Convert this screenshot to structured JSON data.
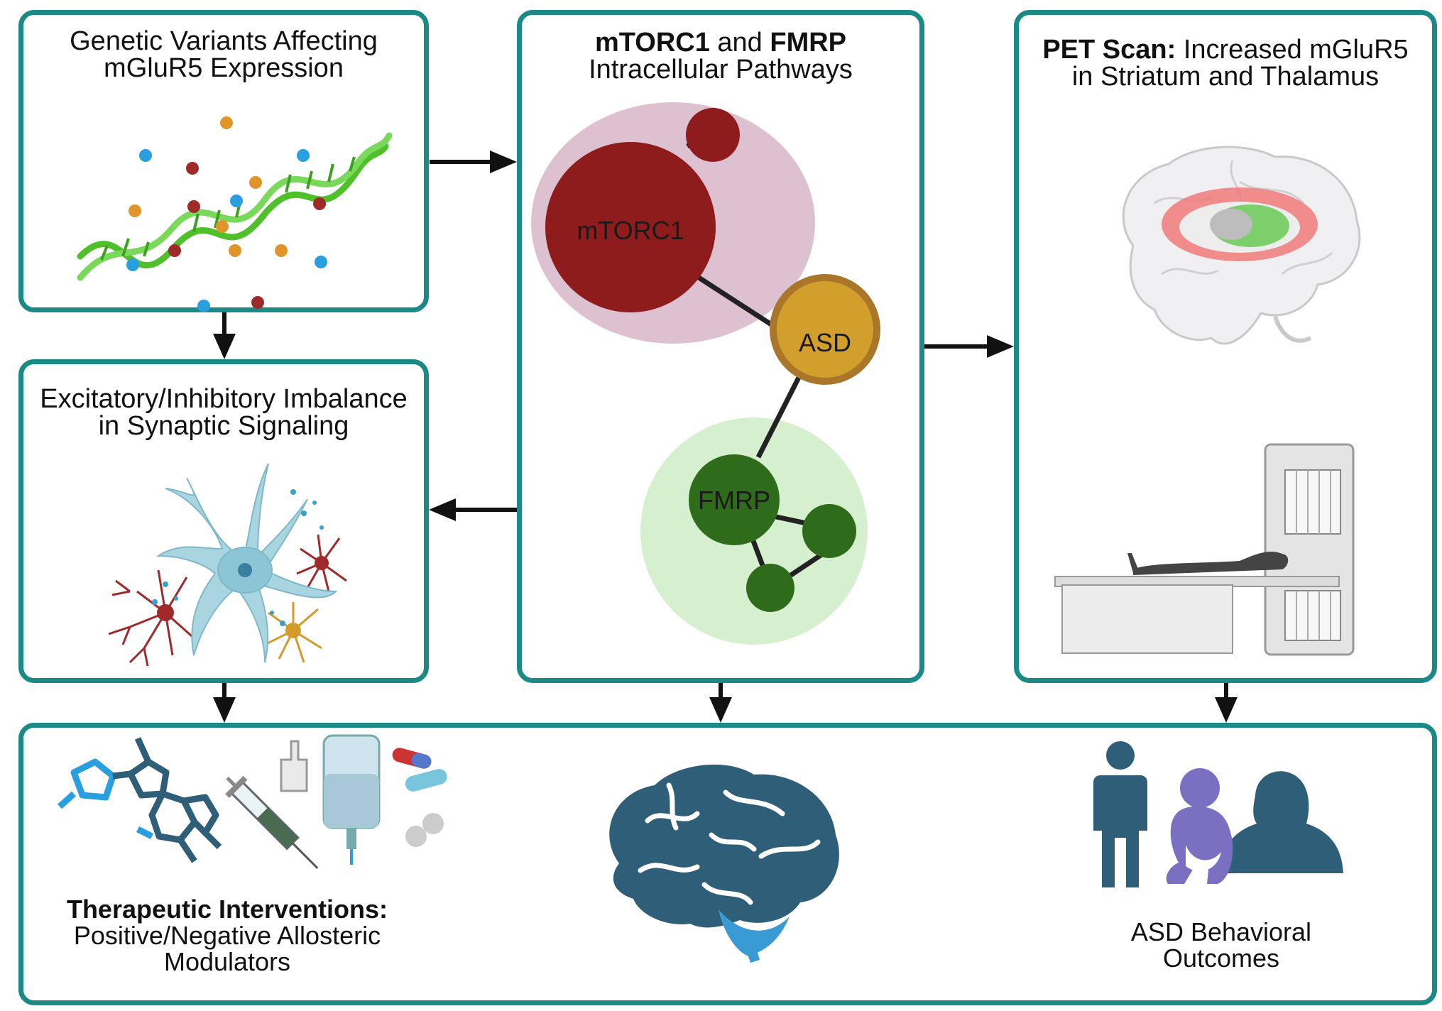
{
  "panels": {
    "genetic": {
      "title_line1": "Genetic Variants Affecting",
      "title_line2": "mGluR5 Expression"
    },
    "imbalance": {
      "title_line1": "Excitatory/Inhibitory Imbalance",
      "title_line2": "in Synaptic Signaling"
    },
    "pathways": {
      "title_bold1": "mTORC1",
      "title_and": " and ",
      "title_bold2": "FMRP",
      "title_line2": "Intracellular Pathways"
    },
    "pet": {
      "title_bold": "PET Scan:",
      "title_rest": " Increased mGluR5",
      "title_line2": "in Striatum and Thalamus"
    },
    "therapy": {
      "title_bold": "Therapeutic Interventions:",
      "line2": "Positive/Negative Allosteric",
      "line3": "Modulators"
    },
    "outcomes": {
      "line1": "ASD Behavioral",
      "line2": "Outcomes"
    }
  },
  "nodes": {
    "mtorc1": "mTORC1",
    "asd": "ASD",
    "fmrp": "FMRP"
  },
  "colors": {
    "border": "#1b8a86",
    "mtorc1": "#8e1c1c",
    "mtorc1_halo": "#ddc1d0",
    "asd": "#d29f2c",
    "asd_ring": "#a9762a",
    "fmrp": "#2e6b1a",
    "fmrp_halo": "#d6efcf",
    "brain": "#2f5f78",
    "cerebellum": "#3a9ad4",
    "dna": "#4fc02a",
    "neuron": "#a8d5e0"
  },
  "icons": [
    "dna-icon",
    "neuron-icon",
    "brain-icon",
    "pet-scanner-icon",
    "molecule-icon",
    "syringe-icon",
    "iv-bag-icon",
    "pill-icon",
    "people-icon"
  ]
}
